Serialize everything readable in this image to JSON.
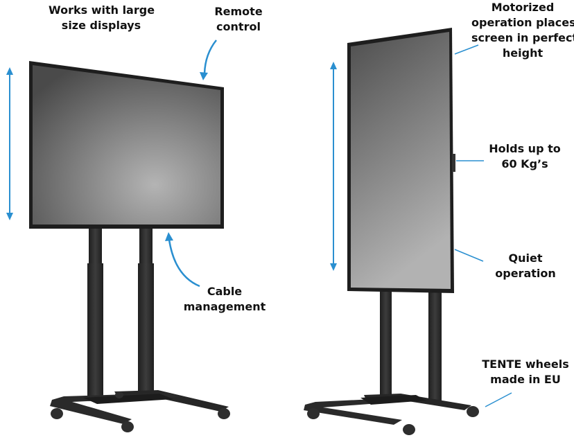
{
  "colors": {
    "accent": "#2a8fd0",
    "frame": "#1e1e1e",
    "screen_light": "#a9a9a9",
    "screen_dark": "#4a4a4a",
    "stand": "#2b2b2b"
  },
  "labels": {
    "large_displays": [
      "Works with large",
      "size displays"
    ],
    "remote_control": [
      "Remote",
      "control"
    ],
    "cable_management": [
      "Cable",
      "management"
    ],
    "motorized": [
      "Motorized",
      "operation places",
      "screen in perfect",
      "height"
    ],
    "holds_up": [
      "Holds up to",
      "60 Kg’s"
    ],
    "quiet": [
      "Quiet",
      "operation"
    ],
    "tente": [
      "TENTE wheels",
      "made in EU"
    ]
  },
  "icons": {
    "height_arrow": "double-headed-vertical-arrow",
    "pointer_arrow": "curved-arrow"
  }
}
